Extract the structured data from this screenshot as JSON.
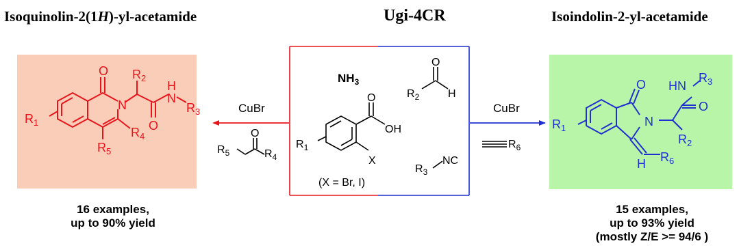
{
  "headers": {
    "left_main": "Isoquinolin-2(1",
    "left_italic": "H",
    "left_tail": ")-yl-acetamide",
    "middle": "Ugi-4CR",
    "right": "Isoindolin-2-yl-acetamide"
  },
  "left_product": {
    "O": "O",
    "N": "N",
    "H": "H",
    "R1": "R",
    "R1_sub": "1",
    "R2": "R",
    "R2_sub": "2",
    "R3": "R",
    "R3_sub": "3",
    "R4": "R",
    "R4_sub": "4",
    "R5": "R",
    "R5_sub": "5",
    "O2": "O",
    "color": "#e8141b"
  },
  "left_arrow": {
    "reagent": "CuBr",
    "ketone_R5": "R",
    "ketone_R5_sub": "5",
    "ketone_R4": "R",
    "ketone_R4_sub": "4",
    "ketone_O": "O",
    "color": "#e8141b"
  },
  "center": {
    "amine": "NH",
    "amine_sub": "3",
    "aldehyde_O": "O",
    "aldehyde_R": "R",
    "aldehyde_R_sub": "2",
    "aldehyde_H": "H",
    "acid_O": "O",
    "acid_OH": "OH",
    "acid_X": "X",
    "acid_R": "R",
    "acid_R_sub": "1",
    "x_note": "(X = Br, I)",
    "isonitrile_R": "R",
    "isonitrile_R_sub": "3",
    "isonitrile_NC": "NC"
  },
  "right_arrow": {
    "reagent": "CuBr",
    "alkyne_R": "R",
    "alkyne_R_sub": "6",
    "color": "#1f2fd1"
  },
  "right_product": {
    "O": "O",
    "N": "N",
    "HN": "HN",
    "R1": "R",
    "R1_sub": "1",
    "R2": "R",
    "R2_sub": "2",
    "R3": "R",
    "R3_sub": "3",
    "R6": "R",
    "R6_sub": "6",
    "H": "H",
    "O2": "O",
    "color": "#1f2fd1"
  },
  "summaries": {
    "left_line1": "16 examples,",
    "left_line2": "up to 90% yield",
    "right_line1": "15 examples,",
    "right_line2": "up to 93% yield",
    "right_line3": "(mostly Z/E >= 94/6  )"
  }
}
